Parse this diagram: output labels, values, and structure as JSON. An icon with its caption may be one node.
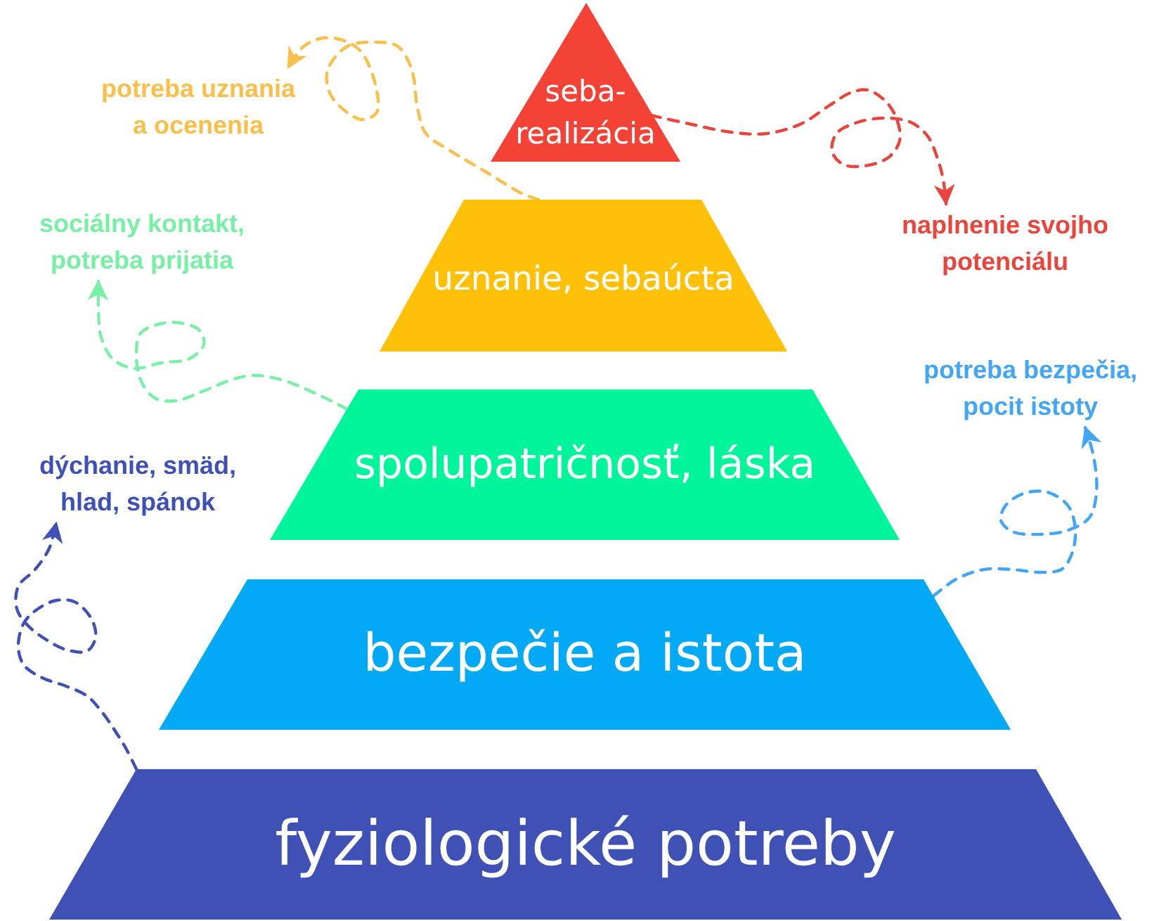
{
  "diagram": {
    "nodes": [
      {
        "text": [
          "seba- realizácia"
        ]
      },
      {
        "text": [
          "uznanie, sebaúcta"
        ]
      },
      {
        "text": [
          "spolupatričnosť, láska"
        ]
      },
      {
        "text": [
          "bezpečie a istota"
        ]
      },
      {
        "text": [
          "fyziologické potreby"
        ]
      },
      {
        "text": [
          "potreba uznania a ocenenia"
        ]
      },
      {
        "text": [
          "naplnenie svojho potenciálu"
        ]
      },
      {
        "text": [
          "sociálny kontakt, potreba prijatia"
        ]
      },
      {
        "text": [
          "potreba bezpečia, pocit istoty"
        ]
      },
      {
        "text": [
          "dýchanie, smäd, hlad, spánok"
        ]
      }
    ],
    "edges": [
      {
        "from": 1,
        "to": 5,
        "arrow": "to",
        "style": "dashed",
        "color": "#f8bf4a"
      },
      {
        "from": 0,
        "to": 6,
        "arrow": "to",
        "style": "dashed",
        "color": "#e8453c"
      },
      {
        "from": 2,
        "to": 7,
        "arrow": "to",
        "style": "dashed",
        "color": "#7aefa6"
      },
      {
        "from": 3,
        "to": 8,
        "arrow": "to",
        "style": "dashed",
        "color": "#42a5f5"
      },
      {
        "from": 4,
        "to": 9,
        "arrow": "to",
        "style": "dashed",
        "color": "#3f51b5"
      }
    ]
  }
}
